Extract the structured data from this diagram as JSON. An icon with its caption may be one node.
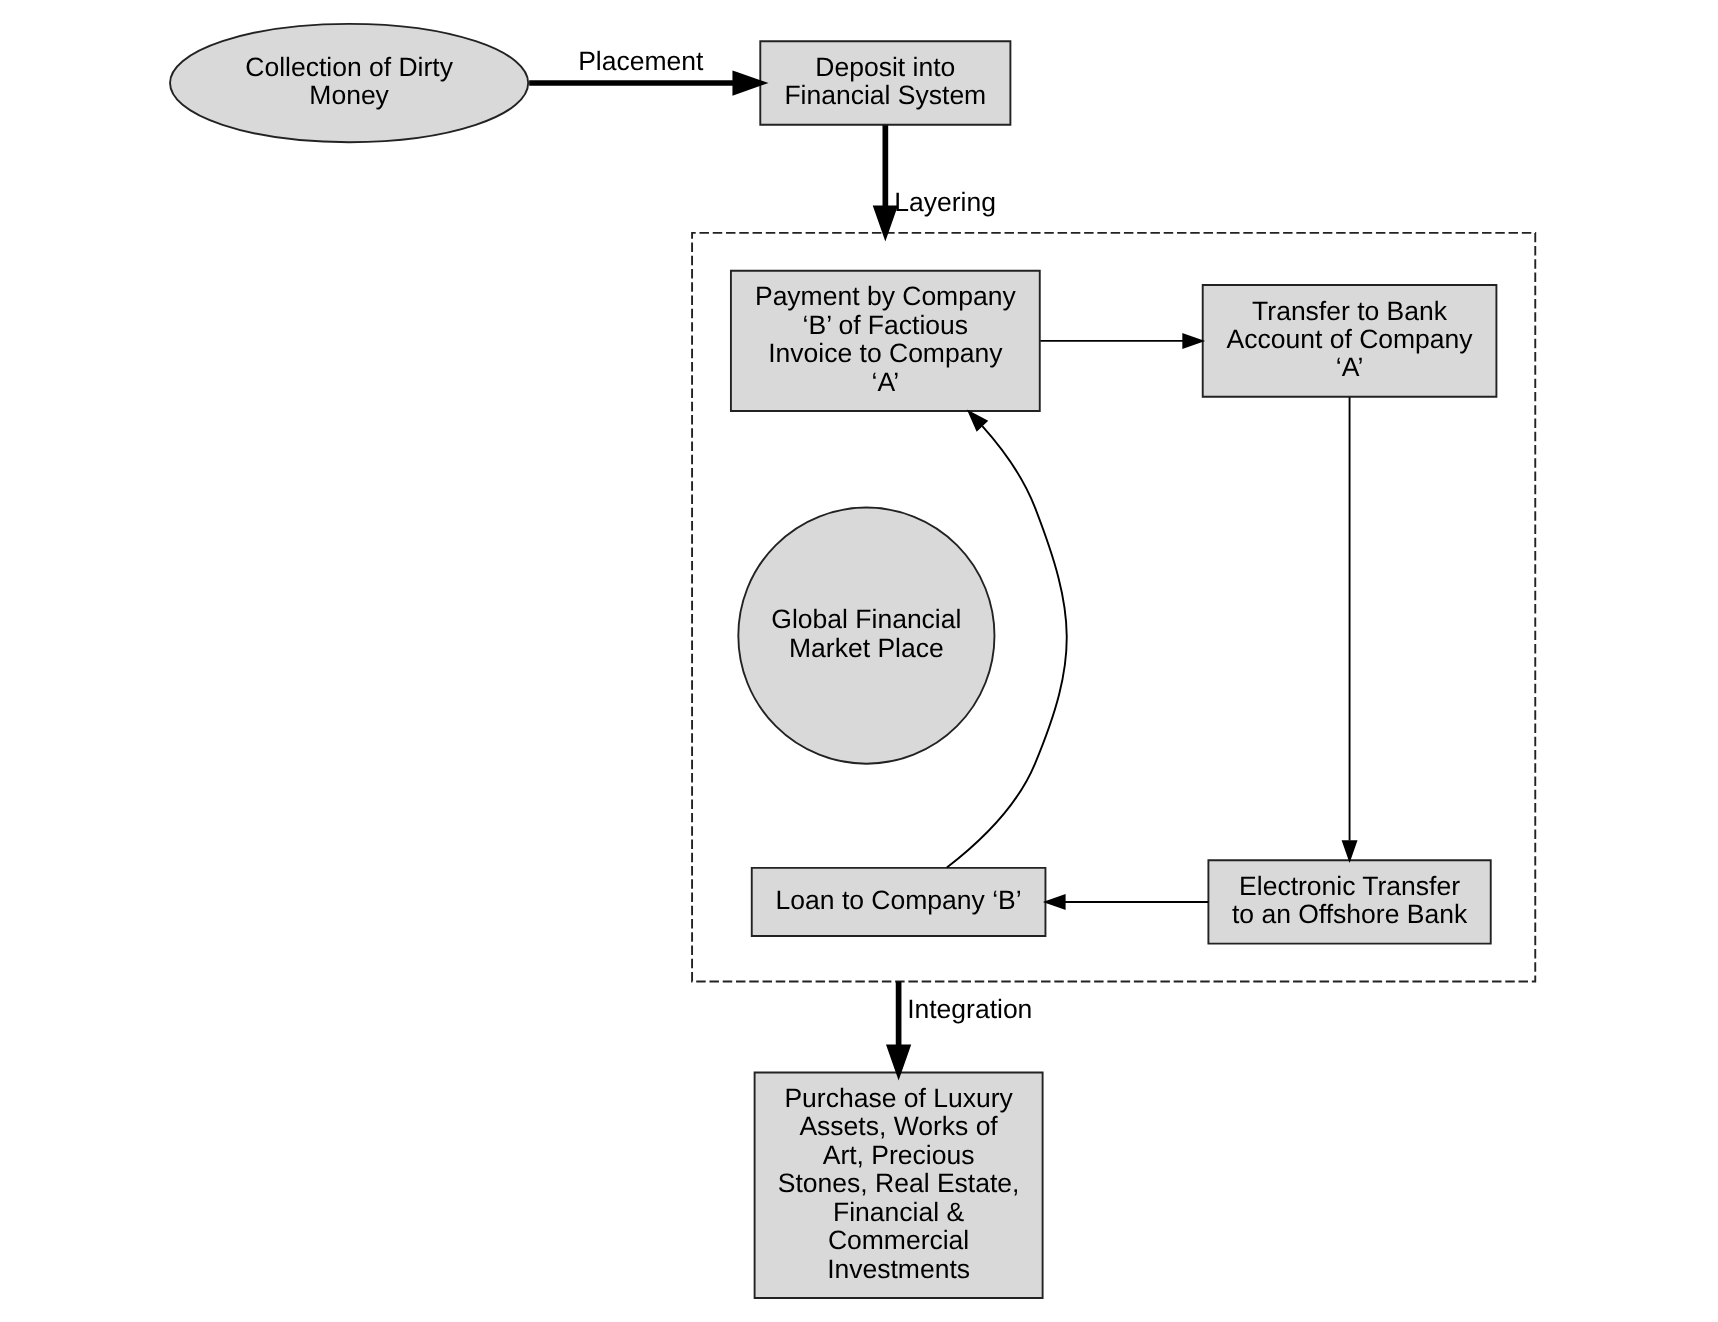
{
  "diagram": {
    "nodes": [
      {
        "text": [
          "Collection of Dirty Money"
        ]
      },
      {
        "text": [
          "Deposit into Financial System"
        ]
      },
      {
        "text": [
          "Purchase of Luxury Assets, Works of Art, Precious Stones, Real Estate, Financial & Commercial Investments"
        ]
      },
      {
        "text": [],
        "shape": "box"
      },
      {
        "text": [
          "Payment by Company ‘B’ of Factious Invoice to Company ‘A’"
        ],
        "in": 3
      },
      {
        "text": [
          "Transfer to Bank Account of Company ‘A’"
        ],
        "in": 3
      },
      {
        "text": [
          "Global Financial Market Place"
        ],
        "in": 3
      },
      {
        "text": [
          "Loan to Company ‘B’"
        ],
        "in": 3
      },
      {
        "text": [
          "Electronic Transfer to an Offshore Bank"
        ],
        "in": 3
      }
    ],
    "edges": [
      {
        "from": 0,
        "to": 1,
        "arrow": "to",
        "label": "Placement",
        "style": "thick"
      },
      {
        "from": 1,
        "to": 3,
        "arrow": "to",
        "label": "Layering",
        "style": "thick"
      },
      {
        "from": 3,
        "to": 2,
        "arrow": "to",
        "label": "Integration",
        "style": "thick"
      },
      {
        "from": 4,
        "to": 5,
        "arrow": "to"
      },
      {
        "from": 5,
        "to": 8,
        "arrow": "to"
      },
      {
        "from": 8,
        "to": 7,
        "arrow": "to"
      },
      {
        "from": 7,
        "to": 4,
        "arrow": "to"
      }
    ]
  }
}
